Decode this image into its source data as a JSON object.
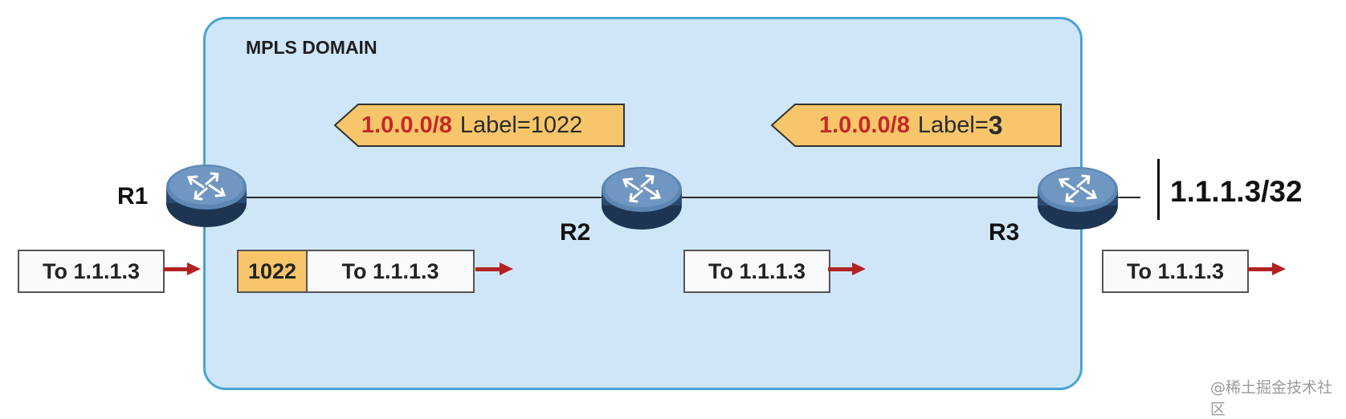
{
  "domain_title": "MPLS DOMAIN",
  "routers": [
    {
      "name": "R1"
    },
    {
      "name": "R2"
    },
    {
      "name": "R3"
    }
  ],
  "destination_prefix": "1.1.1.3/32",
  "advertisements": [
    {
      "prefix": "1.0.0.0/8",
      "label_text": "Label=",
      "label_value": "1022"
    },
    {
      "prefix": "1.0.0.0/8",
      "label_text": "Label=",
      "label_value": "3"
    }
  ],
  "packets": [
    {
      "payload": "To 1.1.1.3"
    },
    {
      "label": "1022",
      "payload": "To 1.1.1.3"
    },
    {
      "payload": "To 1.1.1.3"
    },
    {
      "payload": "To 1.1.1.3"
    }
  ],
  "watermark": "@稀土掘金技术社区",
  "colors": {
    "domain_fill": "#cfe6f8",
    "domain_border": "#4aa3d4",
    "label_fill": "#f7c66a",
    "prefix_text": "#c62828",
    "arrow": "#b22222",
    "router_body": "#3f6289"
  }
}
